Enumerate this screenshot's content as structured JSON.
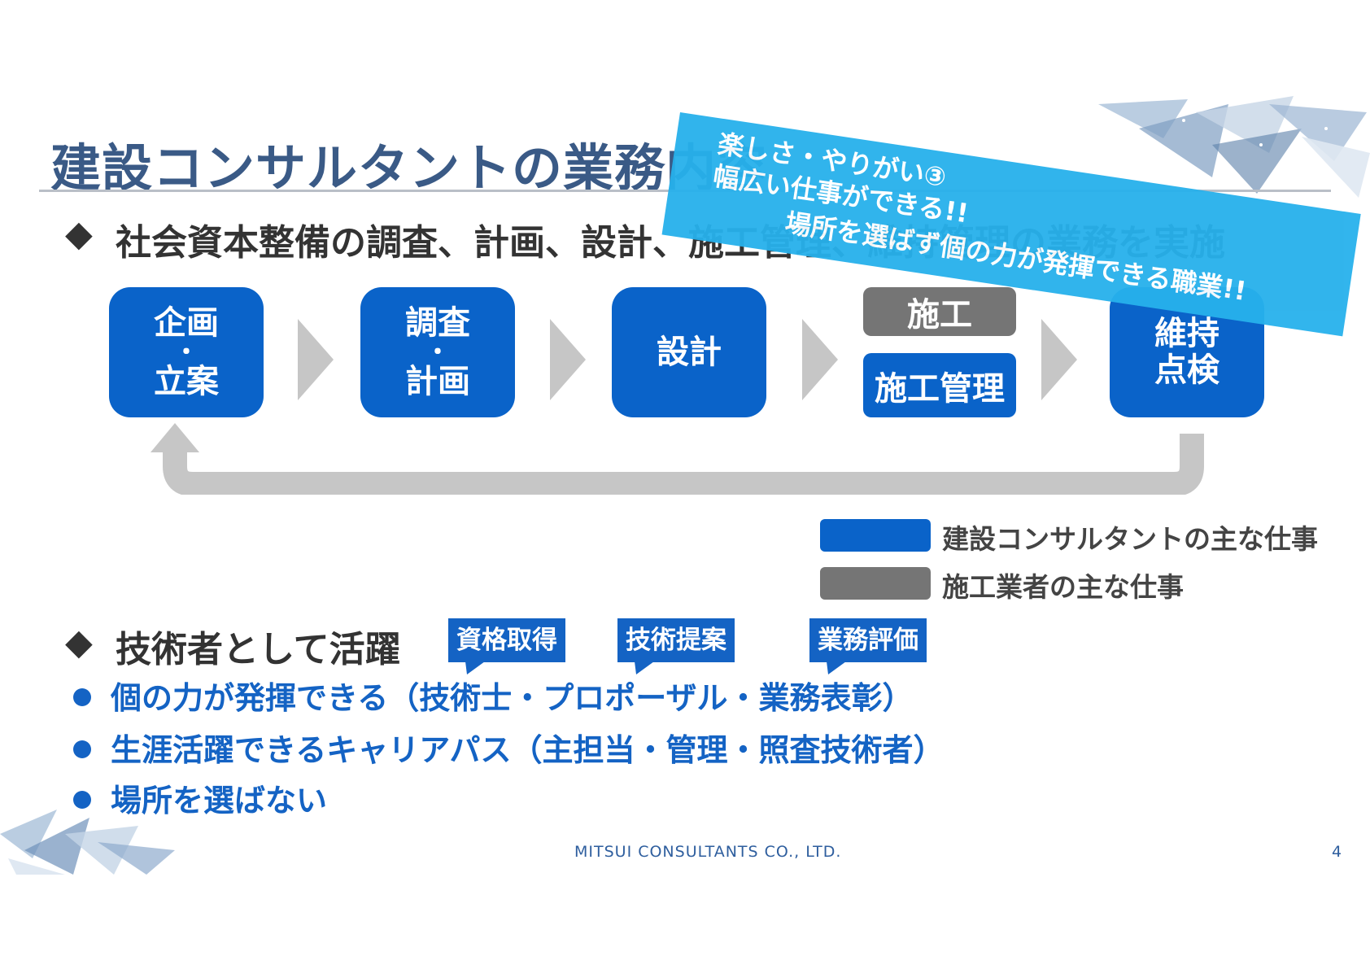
{
  "title": "建設コンサルタントの業務内容",
  "section1": {
    "bullet": "◆",
    "heading": "社会資本整備の調査、計画、設計、施工管理、維持管理の業務を実施"
  },
  "flow": {
    "steps": [
      {
        "line1": "企画",
        "dot": "・",
        "line2": "立案"
      },
      {
        "line1": "調査",
        "dot": "・",
        "line2": "計画"
      },
      {
        "label": "設計"
      },
      {
        "contractor": "施工",
        "consultant": "施工管理"
      },
      {
        "line1": "維持",
        "line2": "点検"
      }
    ]
  },
  "legend": {
    "items": [
      {
        "label": "建設コンサルタントの主な仕事",
        "color": "#0a63c9"
      },
      {
        "label": "施工業者の主な仕事",
        "color": "#757575"
      }
    ]
  },
  "section2": {
    "bullet": "◆",
    "heading": "技術者として活躍",
    "callouts": [
      "資格取得",
      "技術提案",
      "業務評価"
    ],
    "points": [
      "個の力が発揮できる（技術士・プロポーザル・業務表彰）",
      "生涯活躍できるキャリアパス（主担当・管理・照査技術者）",
      "場所を選ばない"
    ]
  },
  "banner": {
    "line1": "楽しさ・やりがい③",
    "line2": "幅広い仕事ができる!!",
    "line3": "場所を選ばず個の力が発揮できる職業!!"
  },
  "footer": {
    "company": "MITSUI CONSULTANTS CO., LTD.",
    "page": "4"
  },
  "colors": {
    "title": "#3a5a86",
    "consultant_blue": "#0a63c9",
    "contractor_gray": "#757575",
    "banner": "#27b1ec",
    "text_blue": "#1463c4"
  }
}
